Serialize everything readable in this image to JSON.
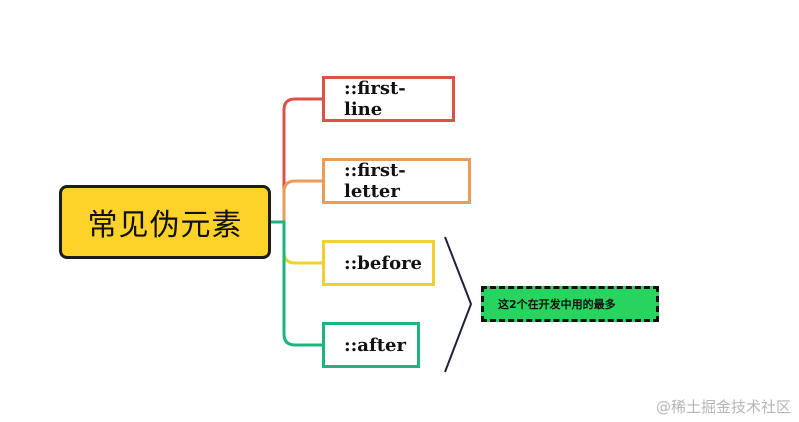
{
  "root": {
    "label": "常见伪元素"
  },
  "branches": [
    {
      "label": "::first-line",
      "color": "#dc5247"
    },
    {
      "label": "::first-letter",
      "color": "#e89c57"
    },
    {
      "label": "::before",
      "color": "#f0d131"
    },
    {
      "label": "::after",
      "color": "#1bb57e"
    }
  ],
  "note": {
    "label": "这2个在开发中用的最多",
    "fill": "#27d460"
  },
  "watermark": "@稀土掘金技术社区"
}
